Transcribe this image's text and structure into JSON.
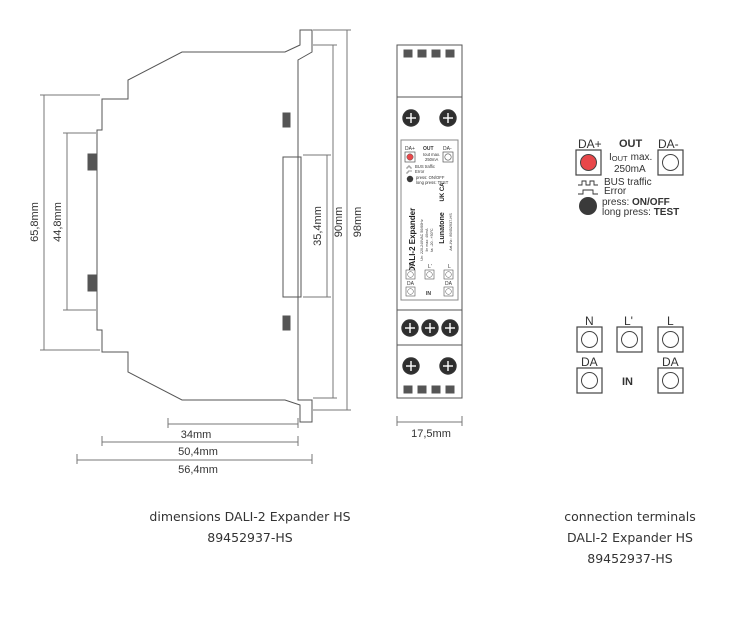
{
  "dimensions": {
    "height_65_8": "65,8mm",
    "height_44_8": "44,8mm",
    "height_35_4": "35,4mm",
    "height_90": "90mm",
    "height_98": "98mm",
    "depth_34": "34mm",
    "depth_50_4": "50,4mm",
    "depth_56_4": "56,4mm",
    "width_17_5": "17,5mm"
  },
  "front_label": {
    "title": "DALI-2 Expander",
    "brand": "Lunatone",
    "spec_1": "Un: 220-240VAC 50/60Hz",
    "spec_2": "Iin max: 40mA",
    "spec_3": "ta: -20...+50°C",
    "article": "Art.-Nr.: 89452937-HS",
    "marks": "UK CA",
    "mini_da_plus": "DA+",
    "mini_out": "OUT",
    "mini_iout": "Iout max.",
    "mini_250": "250mA",
    "mini_da_minus": "DA-",
    "mini_bus": "BUS traffic",
    "mini_error": "Error",
    "mini_press": "press: ON/OFF",
    "mini_long": "long press: TEST",
    "mini_n": "N",
    "mini_l1": "L'",
    "mini_l": "L",
    "mini_da_a": "DA",
    "mini_da_b": "DA",
    "mini_in": "IN"
  },
  "connection": {
    "da_plus": "DA+",
    "out": "OUT",
    "iout_prefix": "I",
    "iout_sub": "OUT",
    "iout_max": "max.",
    "iout_value": "250mA",
    "da_minus": "DA-",
    "bus_traffic": "BUS traffic",
    "error": "Error",
    "press_prefix": "press: ",
    "press_bold": "ON/OFF",
    "long_prefix": "long press: ",
    "long_bold": "TEST",
    "n": "N",
    "l_prime": "L'",
    "l": "L",
    "da_left": "DA",
    "da_right": "DA",
    "in": "IN"
  },
  "captions": {
    "dimensions_line1": "dimensions DALI-2 Expander HS",
    "dimensions_line2": "89452937-HS",
    "connection_line1": "connection terminals",
    "connection_line2": "DALI-2 Expander HS",
    "connection_line3": "89452937-HS"
  },
  "colors": {
    "line": "#444444",
    "led_red": "#e8474a",
    "button_dark": "#3a3a3a"
  }
}
